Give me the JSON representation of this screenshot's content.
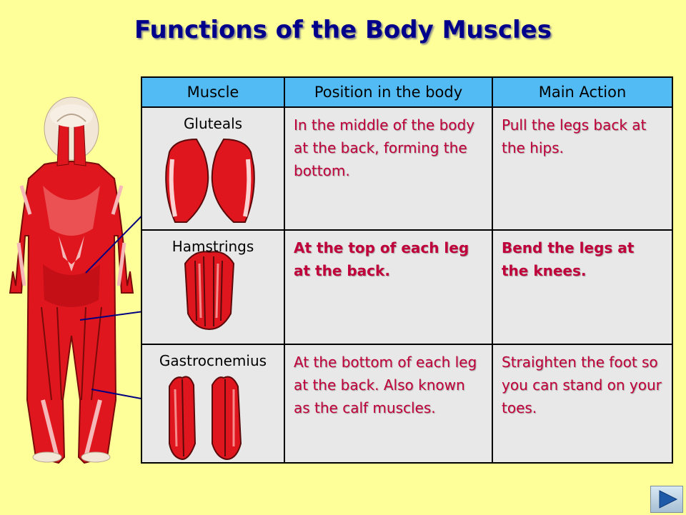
{
  "title": "Functions of the Body Muscles",
  "table": {
    "headers": [
      "Muscle",
      "Position in the body",
      "Main Action"
    ],
    "rows": [
      {
        "muscle": "Gluteals",
        "position": "In the middle of the body at the back, forming the bottom.",
        "action": "Pull the legs back at the hips."
      },
      {
        "muscle": "Hamstrings",
        "position": "At the top of each leg at the back.",
        "action": "Bend the legs at the knees."
      },
      {
        "muscle": "Gastrocnemius",
        "position": "At the bottom of each leg at the back. Also known as the calf muscles.",
        "action": "Straighten the foot so you can stand on your toes."
      }
    ]
  },
  "icons": {
    "next_slide": "play-arrow-icon",
    "body_figure": "muscle-body-figure-icon"
  },
  "colors": {
    "background": "#FFFF99",
    "title": "#00008B",
    "header_fill": "#52BBF4",
    "cell_fill": "#E8E8E8",
    "description_text": "#C0003A",
    "muscle_red": "#E0161E"
  }
}
